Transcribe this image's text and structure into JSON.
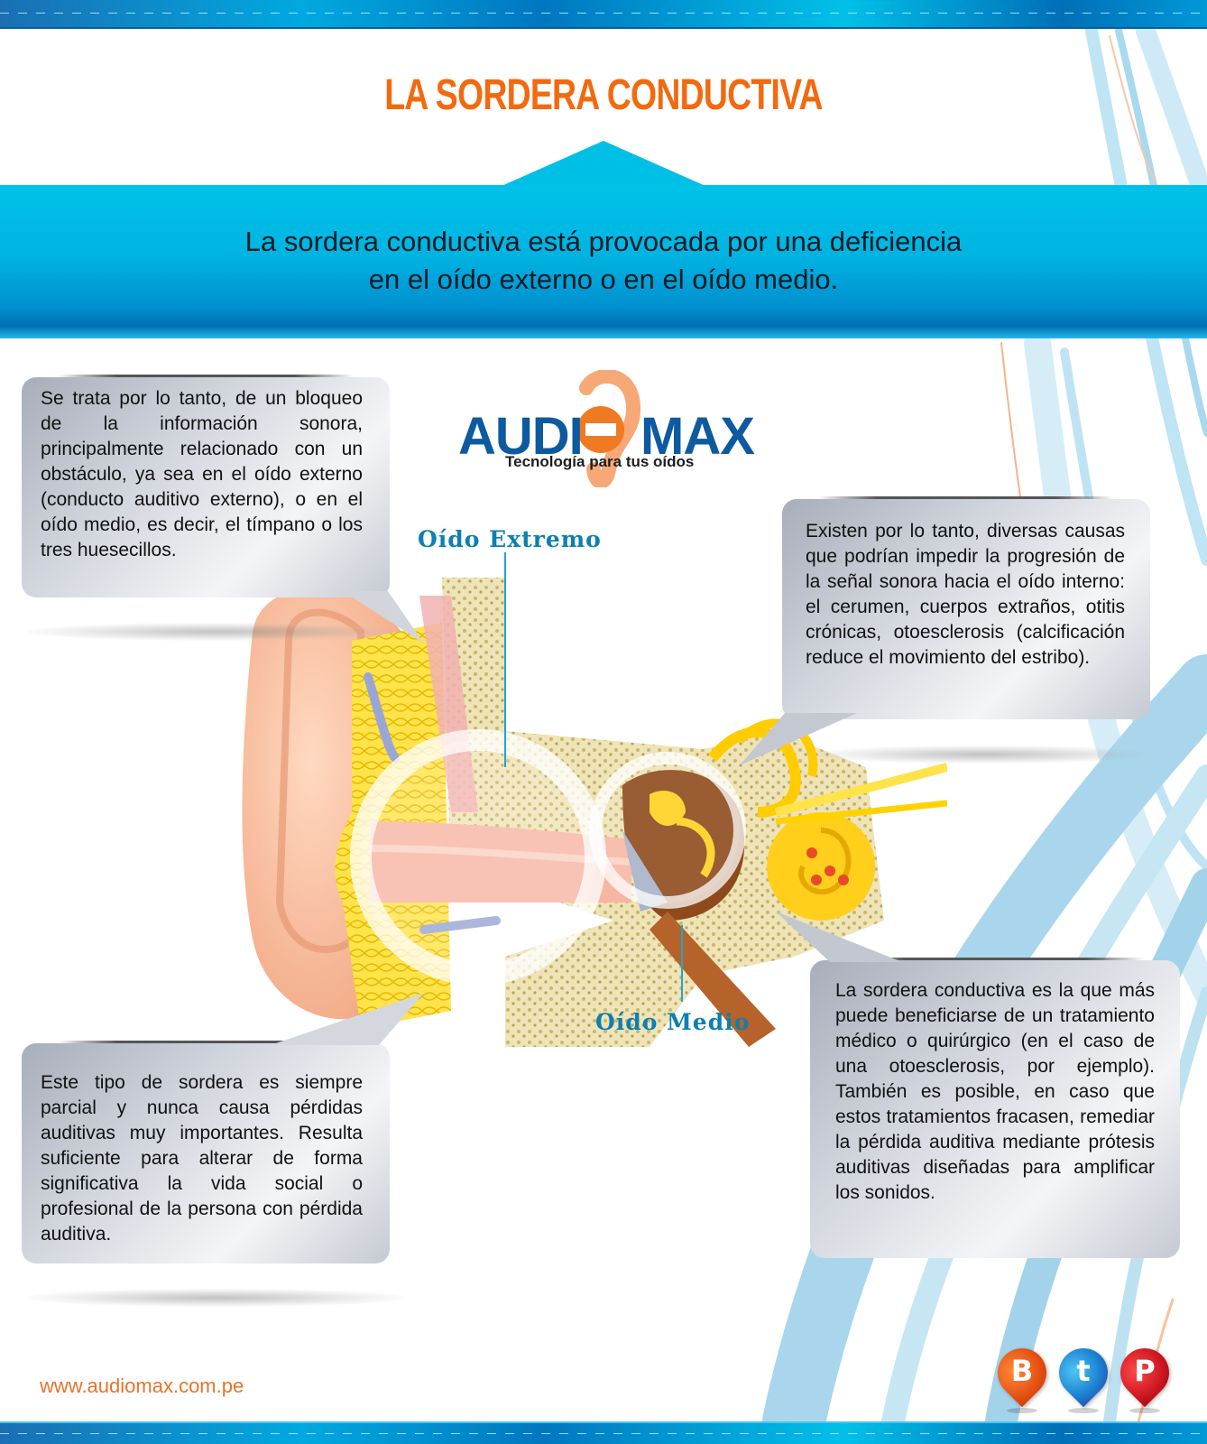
{
  "header": {
    "title": "LA SORDERA CONDUCTIVA"
  },
  "banner": {
    "line1": "La sordera conductiva está provocada por una deficiencia",
    "line2": "en el oído externo o en el oído medio."
  },
  "logo": {
    "word_left": "AUDI",
    "word_right": "MAX",
    "tagline": "Tecnología para tus oídos",
    "colors": {
      "blue": "#0d5aa0",
      "orange": "#f08a3c"
    }
  },
  "diagram": {
    "label_outer": "Oído Extremo",
    "label_middle": "Oído Medio"
  },
  "bubbles": [
    {
      "text": "Se trata por lo tanto, de un bloqueo de la información sonora, principalmente relacionado con un obstáculo, ya sea en el oído externo (conducto auditivo externo), o en el oído medio, es decir, el tímpano o los tres huesecillos."
    },
    {
      "text": "Existen por lo tanto, diversas causas que podrían impedir la progresión de la señal sonora hacia el oído interno: el cerumen, cuerpos extraños, otitis crónicas, otoesclerosis (calcificación reduce el movimiento del estribo)."
    },
    {
      "text": "Este tipo de sordera es siempre parcial y nunca causa pérdidas auditivas muy importantes. Resulta suficiente para alterar de forma significativa la vida social o profesional de la persona con pérdida auditiva."
    },
    {
      "text": "La sordera conductiva es la que más puede beneficiarse de un tratamiento médico o quirúrgico (en el caso de una otoesclerosis, por ejemplo). También es posible, en caso que estos tratamientos fracasen, remediar la pérdida auditiva mediante prótesis auditivas diseñadas para amplificar los sonidos."
    }
  ],
  "footer": {
    "url": "www.audiomax.com.pe",
    "social": [
      {
        "name": "blogger",
        "glyph": "B",
        "color": "#e0480c"
      },
      {
        "name": "twitter",
        "glyph": "t",
        "color": "#1a7fd0"
      },
      {
        "name": "pinterest",
        "glyph": "P",
        "color": "#c8141e"
      }
    ]
  },
  "colors": {
    "title_orange": "#f26a10",
    "banner_blue": "#00b4e2",
    "band_blue": "#0077c0",
    "label_teal": "#0e7fb0"
  }
}
